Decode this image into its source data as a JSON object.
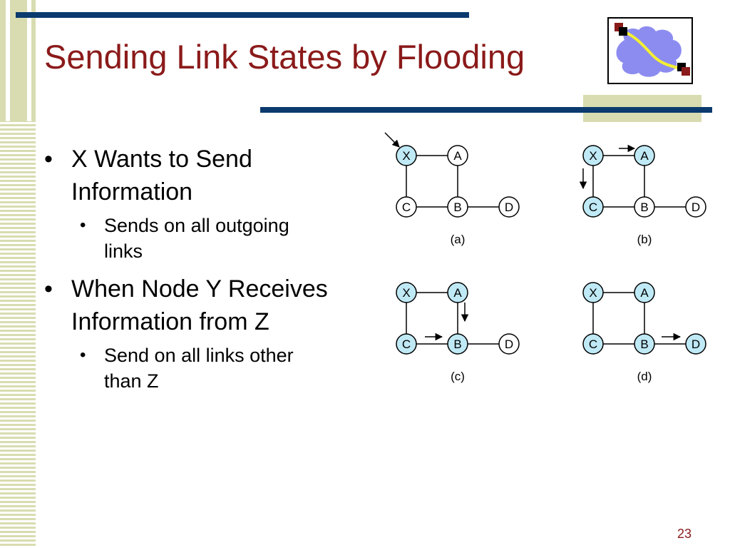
{
  "slide": {
    "title": "Sending Link States by Flooding",
    "page_number": "23"
  },
  "bullets": [
    {
      "text_lines": [
        "X Wants to Send",
        "Information"
      ],
      "sub": [
        {
          "text_lines": [
            "Sends on all outgoing",
            "links"
          ]
        }
      ]
    },
    {
      "text_lines": [
        "When Node Y Receives",
        "Information from Z"
      ],
      "sub": [
        {
          "text_lines": [
            "Send on all links other",
            "than Z"
          ]
        }
      ]
    }
  ],
  "diagram": {
    "nodes": [
      "X",
      "A",
      "C",
      "B",
      "D"
    ],
    "panels": [
      {
        "caption": "(a)",
        "highlighted": [
          "X"
        ]
      },
      {
        "caption": "(b)",
        "highlighted": [
          "X",
          "A",
          "C"
        ]
      },
      {
        "caption": "(c)",
        "highlighted": [
          "X",
          "A",
          "C",
          "B"
        ]
      },
      {
        "caption": "(d)",
        "highlighted": [
          "X",
          "A",
          "C",
          "B",
          "D"
        ]
      }
    ],
    "colors": {
      "highlight": "#bfe9f5",
      "plain": "#ffffff",
      "stroke": "#000000"
    }
  },
  "colors": {
    "title": "#8b1a1a",
    "bars": "#0b3a6e",
    "stripes": "#d9dcb0",
    "logo_cloud": "#8c8cf0",
    "logo_path": "#f4ef34",
    "logo_square": "#8b1a1a"
  }
}
